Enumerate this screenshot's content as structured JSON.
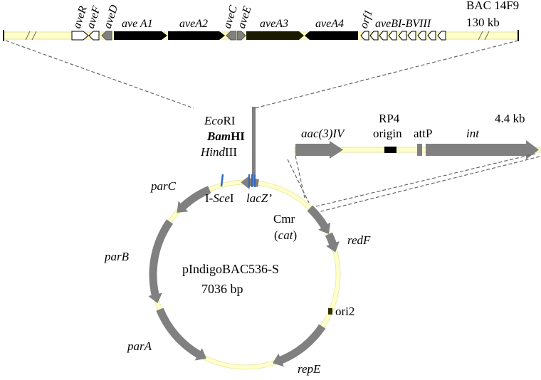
{
  "bac": {
    "title": "BAC 14F9",
    "size": "130 kb",
    "genes": {
      "aveR": "aveR",
      "aveF": "aveF",
      "aveD": "aveD",
      "aveA1": "ave A1",
      "aveA2": "aveA2",
      "aveC": "aveC",
      "aveE": "aveE",
      "aveA3": "aveA3",
      "aveA4": "aveA4",
      "orf1": "orf1",
      "aveBI_BVIII": "aveBI-BVIII"
    }
  },
  "sites": {
    "ecori_a": "Eco",
    "ecori_b": "RI",
    "bamhi_a": "Bam",
    "bamhi_b": "HI",
    "hindiii_a": "Hind",
    "hindiii_b": "III"
  },
  "cassette": {
    "size": "4.4 kb",
    "aac": "aac(3)IV",
    "rp4_line1": "RP4",
    "rp4_line2": "origin",
    "attp": "attP",
    "int": "int"
  },
  "plasmid": {
    "name": "pIndigoBAC536-S",
    "size": "7036 bp",
    "isce_a": "I-",
    "isce_b": "Sce",
    "isce_c": "I",
    "lacz": "lacZ’",
    "cmr": "Cmr",
    "cat_open": "(",
    "cat": "cat",
    "cat_close": ")",
    "redF": "redF",
    "ori2": "ori2",
    "repE": "repE",
    "parA": "parA",
    "parB": "parB",
    "parC": "parC"
  },
  "colors": {
    "backbone_fill": "#ffffcc",
    "backbone_stroke": "#e6e6a0",
    "gray_feature": "#808080",
    "black_feature": "#000000",
    "dark_feature": "#1a1a00",
    "site_blue": "#3366bb",
    "ori2": "#333300"
  }
}
